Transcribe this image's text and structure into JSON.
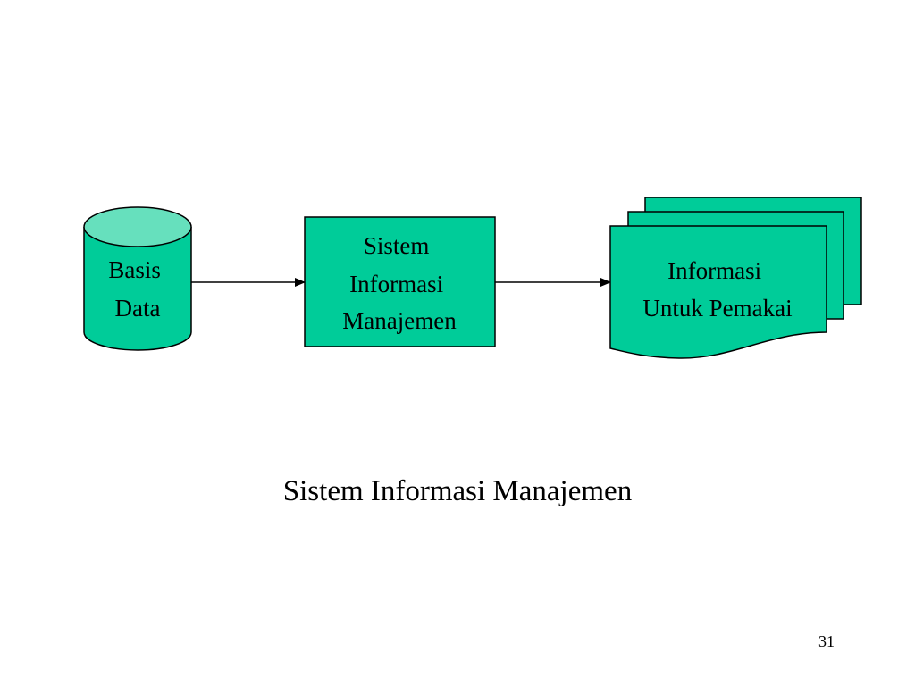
{
  "colors": {
    "node_fill": "#00CC99",
    "cylinder_top_fill": "#66E0BD",
    "stroke": "#000000",
    "background": "#FFFFFF"
  },
  "diagram": {
    "nodes": [
      {
        "id": "basis-data",
        "shape": "cylinder",
        "lines": [
          "Basis",
          "Data"
        ]
      },
      {
        "id": "sim",
        "shape": "rectangle",
        "lines": [
          "Sistem",
          "Informasi",
          "Manajemen"
        ]
      },
      {
        "id": "informasi-pemakai",
        "shape": "multi-document",
        "lines": [
          "Informasi",
          "Untuk Pemakai"
        ]
      }
    ],
    "edges": [
      {
        "from": "basis-data",
        "to": "sim"
      },
      {
        "from": "sim",
        "to": "informasi-pemakai"
      }
    ]
  },
  "caption": "Sistem Informasi Manajemen",
  "page_number": "31"
}
